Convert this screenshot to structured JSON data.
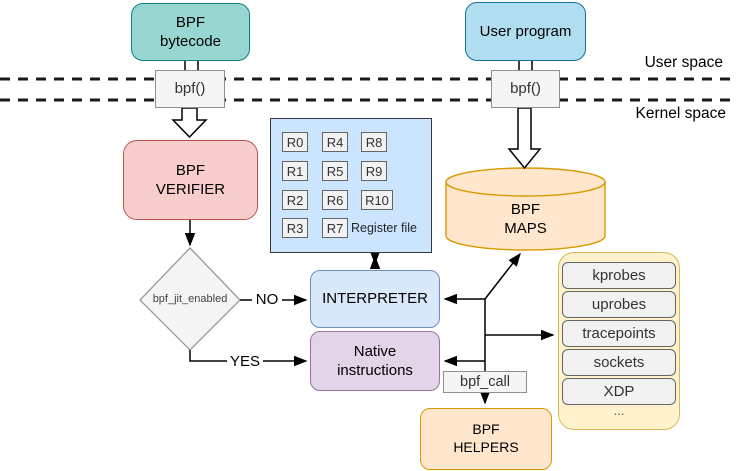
{
  "diagram": {
    "regions": {
      "user_space": "User space",
      "kernel_space": "Kernel space"
    },
    "nodes": {
      "bytecode": "BPF\nbytecode",
      "user_program": "User program",
      "syscall_left": "bpf()",
      "syscall_right": "bpf()",
      "verifier": "BPF\nVERIFIER",
      "jit_check": "bpf_jit_enabled",
      "interpreter": "INTERPRETER",
      "native": "Native\ninstructions",
      "maps": "BPF\nMAPS",
      "helpers": "BPF\nHELPERS",
      "bpf_call": "bpf_call"
    },
    "register_file": {
      "caption": "Register file",
      "registers": [
        "R0",
        "R1",
        "R2",
        "R3",
        "R4",
        "R5",
        "R6",
        "R7",
        "R8",
        "R9",
        "R10"
      ]
    },
    "hooks": {
      "items": [
        "kprobes",
        "uprobes",
        "tracepoints",
        "sockets",
        "XDP"
      ],
      "more": "..."
    },
    "edge_labels": {
      "no": "NO",
      "yes": "YES"
    },
    "colors": {
      "bytecode_fill": "#98d7d1",
      "bytecode_border": "#0e8088",
      "user_program_fill": "#b1ddf0",
      "user_program_border": "#10739e",
      "verifier_fill": "#f8cecc",
      "verifier_border": "#b85450",
      "register_box_fill": "#cce5ff",
      "interpreter_fill": "#dae8fc",
      "interpreter_border": "#6c8ebf",
      "native_fill": "#e1d5e7",
      "native_border": "#9673a6",
      "maps_fill": "#ffe6cc",
      "maps_border": "#d79b00",
      "hooks_fill": "#fff2cc",
      "hooks_border": "#d6b656",
      "neutral_fill": "#f5f5f5"
    }
  }
}
